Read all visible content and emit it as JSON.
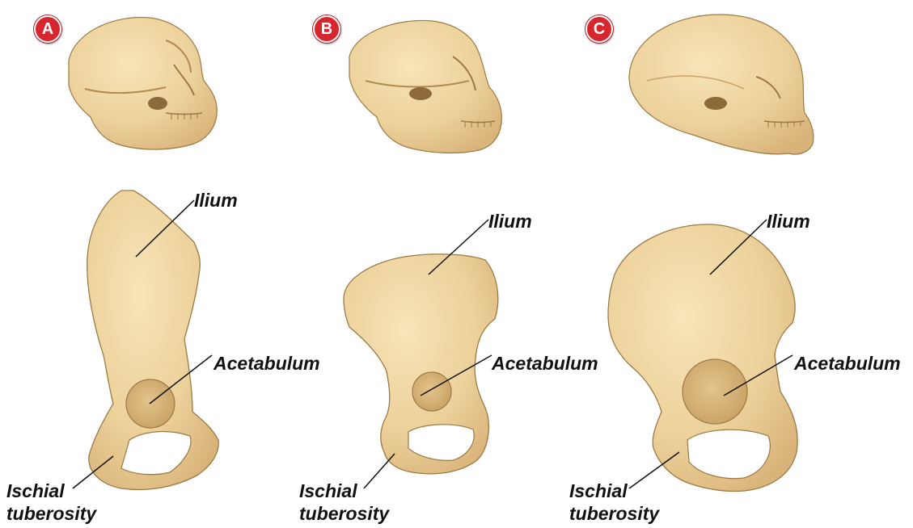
{
  "panels": [
    {
      "badge": "A",
      "labels": {
        "ilium": "Ilium",
        "acetabulum": "Acetabulum",
        "ischial_line1": "Ischial",
        "ischial_line2": "tuberosity"
      }
    },
    {
      "badge": "B",
      "labels": {
        "ilium": "Ilium",
        "acetabulum": "Acetabulum",
        "ischial_line1": "Ischial",
        "ischial_line2": "tuberosity"
      }
    },
    {
      "badge": "C",
      "labels": {
        "ilium": "Ilium",
        "acetabulum": "Acetabulum",
        "ischial_line1": "Ischial",
        "ischial_line2": "tuberosity"
      }
    }
  ],
  "colors": {
    "bone": "#ecd19a",
    "bone_shadow": "#c9a56b",
    "bone_outline": "#9c7a46",
    "badge": "#d8262e",
    "label": "#111111"
  }
}
